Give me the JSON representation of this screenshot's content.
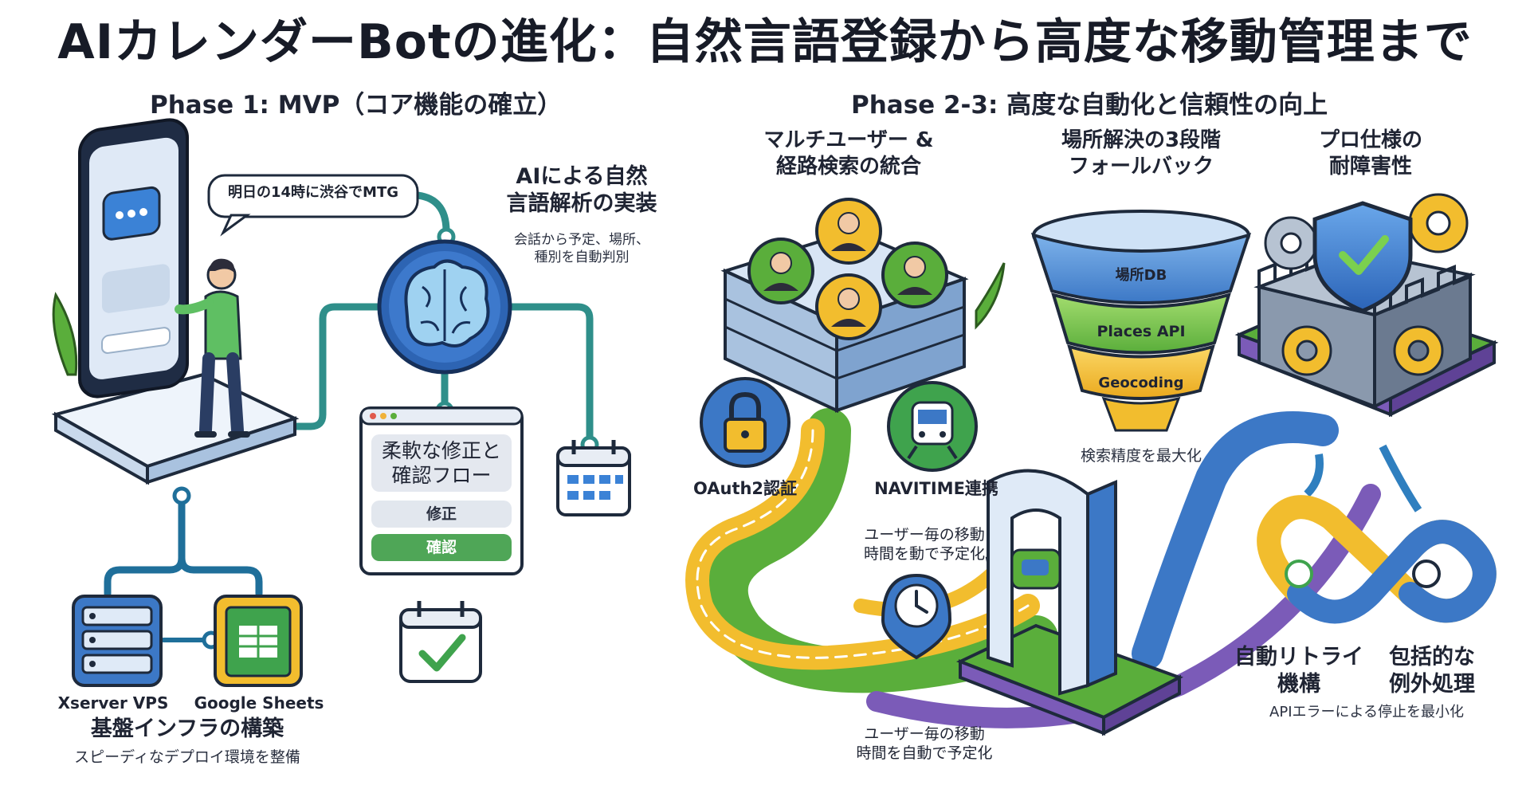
{
  "title": "AIカレンダーBotの進化：自然言語登録から高度な移動管理まで",
  "phase1": {
    "heading": "Phase 1: MVP（コア機能の確立）",
    "chat_bubble": "明日の14時に渋谷でMTG",
    "ai_title_1": "AIによる自然",
    "ai_title_2": "言語解析の実装",
    "ai_desc_1": "会話から予定、場所、",
    "ai_desc_2": "種別を自動判別",
    "dialog_title_1": "柔軟な修正と",
    "dialog_title_2": "確認フロー",
    "btn_fix": "修正",
    "btn_confirm": "確認",
    "server_label": "Xserver VPS",
    "sheets_label": "Google Sheets",
    "infra_title": "基盤インフラの構築",
    "infra_desc": "スピーディなデプロイ環境を整備"
  },
  "phase2": {
    "heading": "Phase 2-3: 高度な自動化と信頼性の向上",
    "multi_1": "マルチユーザー &",
    "multi_2": "経路検索の統合",
    "oauth": "OAuth2認証",
    "navitime": "NAVITIME連携",
    "travel_1": "ユーザー毎の移動",
    "travel_2": "時間を動で予定化",
    "travel_b1": "ユーザー毎の移動",
    "travel_b2": "時間を自動で予定化",
    "fallback_1": "場所解決の3段階",
    "fallback_2": "フォールバック",
    "tier1": "場所DB",
    "tier2": "Places API",
    "tier3": "Geocoding",
    "accuracy": "検索精度を最大化",
    "pro_1": "プロ仕様の",
    "pro_2": "耐障害性",
    "retry_1": "自動リトライ",
    "retry_2": "機構",
    "exc_1": "包括的な",
    "exc_2": "例外処理",
    "api_note": "APIエラーによる停止を最小化"
  },
  "colors": {
    "blue": "#3f7fd0",
    "green": "#6bbf4a",
    "yellow": "#f2bd2e",
    "purple": "#7b5bb8",
    "teal": "#2f8f8a"
  }
}
